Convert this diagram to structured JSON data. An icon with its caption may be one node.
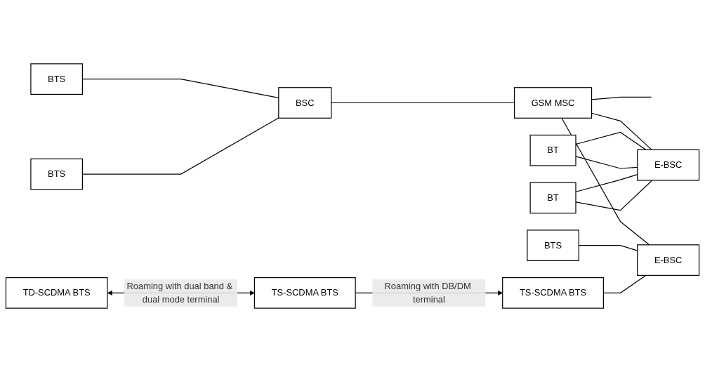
{
  "diagram": {
    "nodes": [
      {
        "text": [
          "BTS"
        ]
      },
      {
        "text": [
          "BTS"
        ]
      },
      {
        "text": [
          "BSC"
        ]
      },
      {
        "text": [
          "GSM MSC"
        ]
      },
      {
        "text": [
          "BT"
        ]
      },
      {
        "text": [
          "TD-SCDMA BTS"
        ]
      },
      {
        "text": [
          "E-BSC"
        ]
      },
      {
        "text": [
          "BT"
        ]
      },
      {
        "text": [
          "TS-SCDMA BTS"
        ]
      },
      {
        "text": [
          "E-BSC"
        ]
      },
      {
        "text": [
          "BTS"
        ]
      },
      {
        "text": [
          "TS-SCDMA BTS"
        ]
      }
    ],
    "edges": [
      {
        "from": 0,
        "to": 2,
        "arrow": "none"
      },
      {
        "from": 1,
        "to": 2,
        "arrow": "none"
      },
      {
        "from": 2,
        "to": 3,
        "arrow": "none"
      },
      {
        "from": 3,
        "to": null,
        "arrow": "none"
      },
      {
        "from": 3,
        "to": 6,
        "arrow": "none"
      },
      {
        "from": 3,
        "to": 9,
        "arrow": "none"
      },
      {
        "from": 4,
        "to": 6,
        "arrow": "none"
      },
      {
        "from": 4,
        "to": 6,
        "arrow": "none"
      },
      {
        "from": 7,
        "to": 6,
        "arrow": "none"
      },
      {
        "from": 7,
        "to": 6,
        "arrow": "none"
      },
      {
        "from": 10,
        "to": 9,
        "arrow": "none"
      },
      {
        "from": 11,
        "to": 9,
        "arrow": "none"
      },
      {
        "from": 5,
        "to": 8,
        "arrow": "both",
        "label": "Roaming with dual band & dual mode terminal"
      },
      {
        "from": 8,
        "to": 11,
        "arrow": "to",
        "label": "Roaming with DB/DM terminal"
      }
    ]
  }
}
